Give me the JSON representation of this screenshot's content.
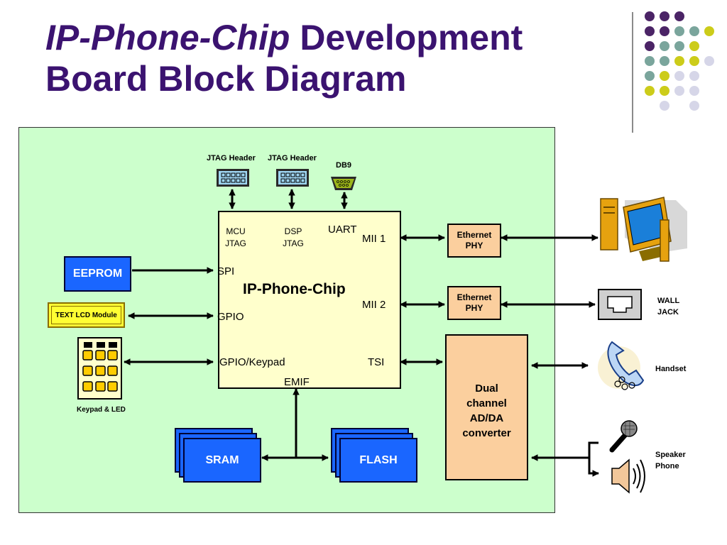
{
  "title": {
    "italic": "IP-Phone-Chip",
    "rest_line1": " Development",
    "line2": "Board Block Diagram"
  },
  "colors": {
    "title": "#3b1370",
    "board_bg": "#ccffcc",
    "chip_bg": "#ffffcc",
    "blue_box": "#1a66ff",
    "tan_box": "#fbcf9e",
    "lcd_bg": "#ffff33",
    "keypad_bg": "#ffffcc",
    "key_color": "#ffcc00",
    "dot_purple": "#4b2466",
    "dot_teal": "#7aa59c",
    "dot_yellow": "#cccc1a",
    "dot_lavender": "#d6d6e8"
  },
  "headers": {
    "jtag1": "JTAG Header",
    "jtag2": "JTAG Header",
    "db9": "DB9"
  },
  "chip": {
    "name": "IP-Phone-Chip",
    "mcu_line1": "MCU",
    "mcu_line2": "JTAG",
    "dsp_line1": "DSP",
    "dsp_line2": "JTAG",
    "uart": "UART",
    "mii1": "MII 1",
    "mii2": "MII 2",
    "spi": "SPI",
    "gpio": "GPIO",
    "gpio_keypad": "GPIO/Keypad",
    "tsi": "TSI",
    "emif": "EMIF"
  },
  "left": {
    "eeprom": "EEPROM",
    "lcd": "TEXT LCD Module",
    "keypad_caption": "Keypad & LED"
  },
  "memory": {
    "sram": "SRAM",
    "flash": "FLASH"
  },
  "phy": {
    "phy1_line1": "Ethernet",
    "phy1_line2": "PHY",
    "phy2_line1": "Ethernet",
    "phy2_line2": "PHY"
  },
  "converter": {
    "line1": "Dual",
    "line2": "channel",
    "line3": "AD/DA",
    "line4": "converter"
  },
  "right": {
    "wall_line1": "WALL",
    "wall_line2": "JACK",
    "handset": "Handset",
    "speaker_line1": "Speaker",
    "speaker_line2": "Phone"
  },
  "icons": [
    "computer-icon",
    "wall-jack-icon",
    "handset-icon",
    "microphone-icon",
    "speaker-icon",
    "jtag-connector-icon",
    "db9-connector-icon",
    "keypad-icon"
  ]
}
